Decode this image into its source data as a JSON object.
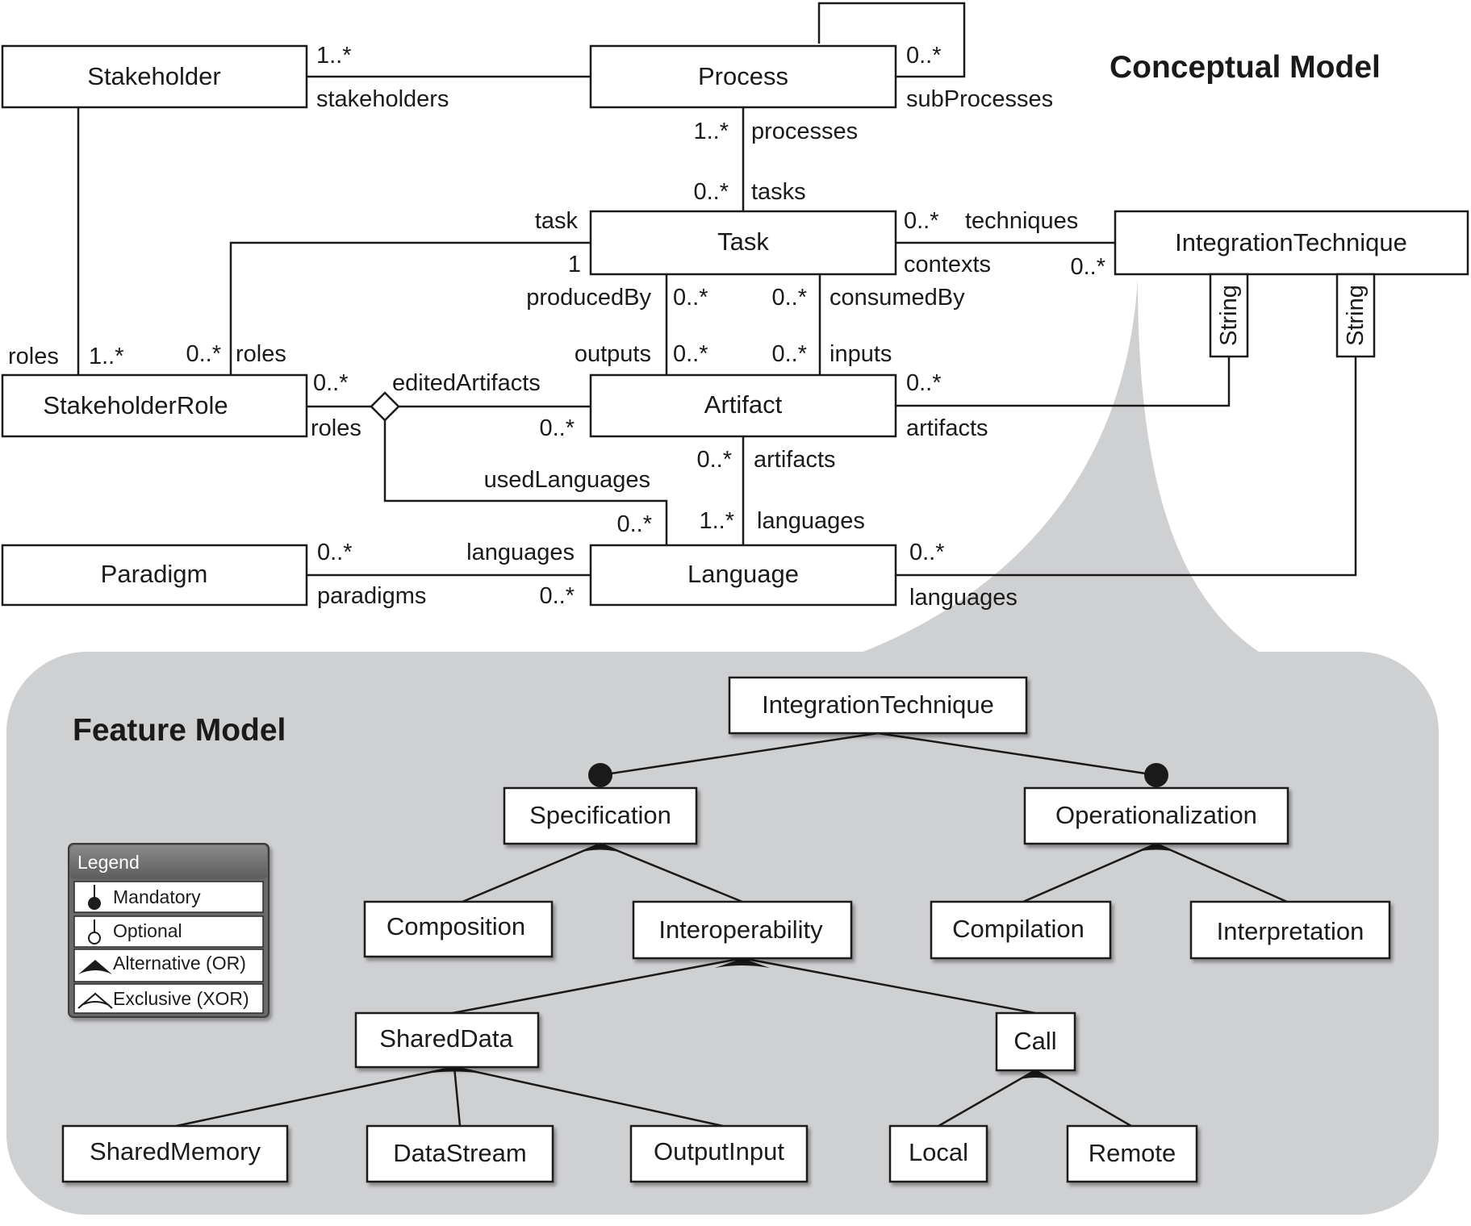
{
  "conceptual": {
    "title": "Conceptual Model",
    "classes": {
      "stakeholder": "Stakeholder",
      "process": "Process",
      "task": "Task",
      "integration_technique": "IntegrationTechnique",
      "stakeholder_role": "StakeholderRole",
      "artifact": "Artifact",
      "paradigm": "Paradigm",
      "language": "Language"
    },
    "attribute_types": {
      "string1": "String",
      "string2": "String"
    },
    "labels": {
      "stakeholder_process_mult": "1..*",
      "stakeholder_process_role": "stakeholders",
      "process_self_mult": "0..*",
      "process_self_role": "subProcesses",
      "process_task_mult_top": "1..*",
      "process_task_role_top": "processes",
      "process_task_mult_bottom": "0..*",
      "process_task_role_bottom": "tasks",
      "task_role_left": "task",
      "task_mult_left": "1",
      "task_it_mult_left": "0..*",
      "task_it_role_techniques": "techniques",
      "task_it_role_contexts": "contexts",
      "task_it_mult_right": "0..*",
      "produced_by": "producedBy",
      "produced_mult_top": "0..*",
      "consumed_mult_top": "0..*",
      "consumed_by": "consumedBy",
      "outputs": "outputs",
      "outputs_mult": "0..*",
      "inputs_mult": "0..*",
      "inputs": "inputs",
      "stakeholder_roles_left": "roles",
      "stakeholder_roles_mult": "1..*",
      "task_roles_mult": "0..*",
      "task_roles": "roles",
      "role_artifact_mult_left": "0..*",
      "edited_artifacts": "editedArtifacts",
      "role_artifact_roles": "roles",
      "role_artifact_mult_right": "0..*",
      "artifact_it_mult": "0..*",
      "artifact_it_role": "artifacts",
      "artifact_lang_mult_top": "0..*",
      "artifact_lang_role_top": "artifacts",
      "used_languages": "usedLanguages",
      "used_languages_mult": "0..*",
      "artifact_lang_mult_bottom": "1..*",
      "artifact_lang_role_bottom": "languages",
      "paradigm_lang_mult_left": "0..*",
      "paradigm_lang_role_languages": "languages",
      "paradigm_lang_role_paradigms": "paradigms",
      "paradigm_lang_mult_right": "0..*",
      "lang_it_mult": "0..*",
      "lang_it_role": "languages"
    }
  },
  "feature_model": {
    "title": "Feature Model",
    "features": {
      "root": "IntegrationTechnique",
      "specification": "Specification",
      "operationalization": "Operationalization",
      "composition": "Composition",
      "interoperability": "Interoperability",
      "compilation": "Compilation",
      "interpretation": "Interpretation",
      "shared_data": "SharedData",
      "call": "Call",
      "shared_memory": "SharedMemory",
      "data_stream": "DataStream",
      "output_input": "OutputInput",
      "local": "Local",
      "remote": "Remote"
    },
    "legend": {
      "title": "Legend",
      "mandatory": "Mandatory",
      "optional": "Optional",
      "alternative": "Alternative (OR)",
      "exclusive": "Exclusive (XOR)"
    }
  }
}
